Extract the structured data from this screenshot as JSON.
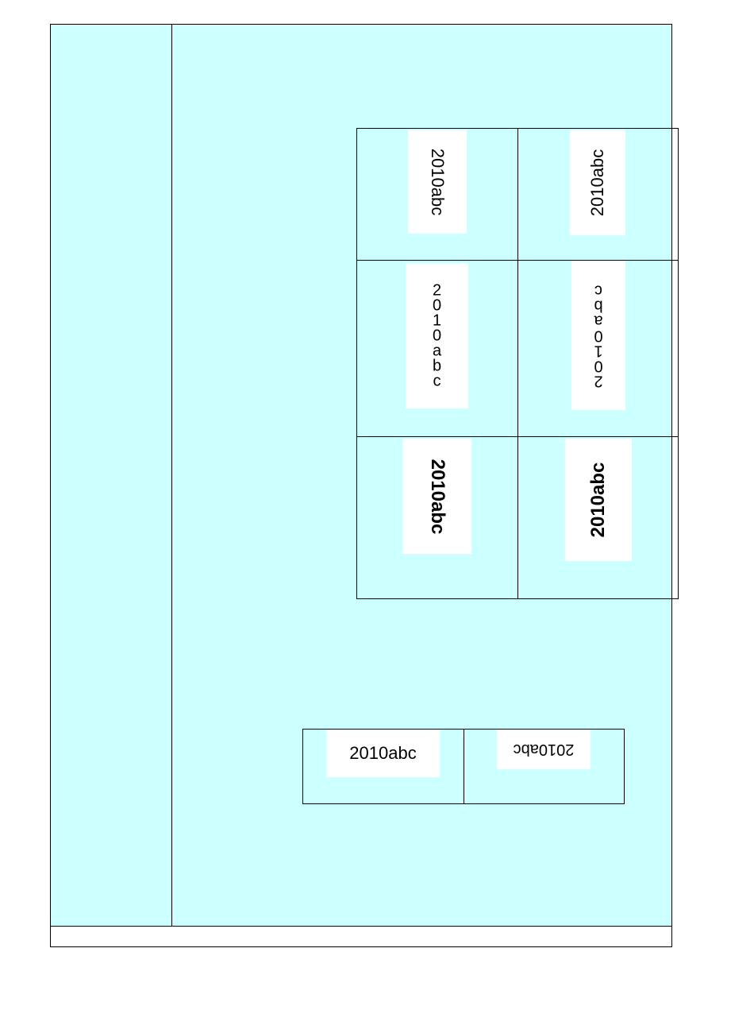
{
  "grid": {
    "cells": [
      {
        "text": "2010abc"
      },
      {
        "text": "2010abc"
      },
      {
        "chars": [
          "2",
          "0",
          "1",
          "0",
          "a",
          "b",
          "c"
        ]
      },
      {
        "chars": [
          "2",
          "0",
          "1",
          "0",
          "a",
          "b",
          "c"
        ]
      },
      {
        "text": "2010abc"
      },
      {
        "text": "2010abc"
      }
    ]
  },
  "lower": {
    "cells": [
      {
        "text": "2010abc"
      },
      {
        "text": "2010abc"
      }
    ]
  }
}
